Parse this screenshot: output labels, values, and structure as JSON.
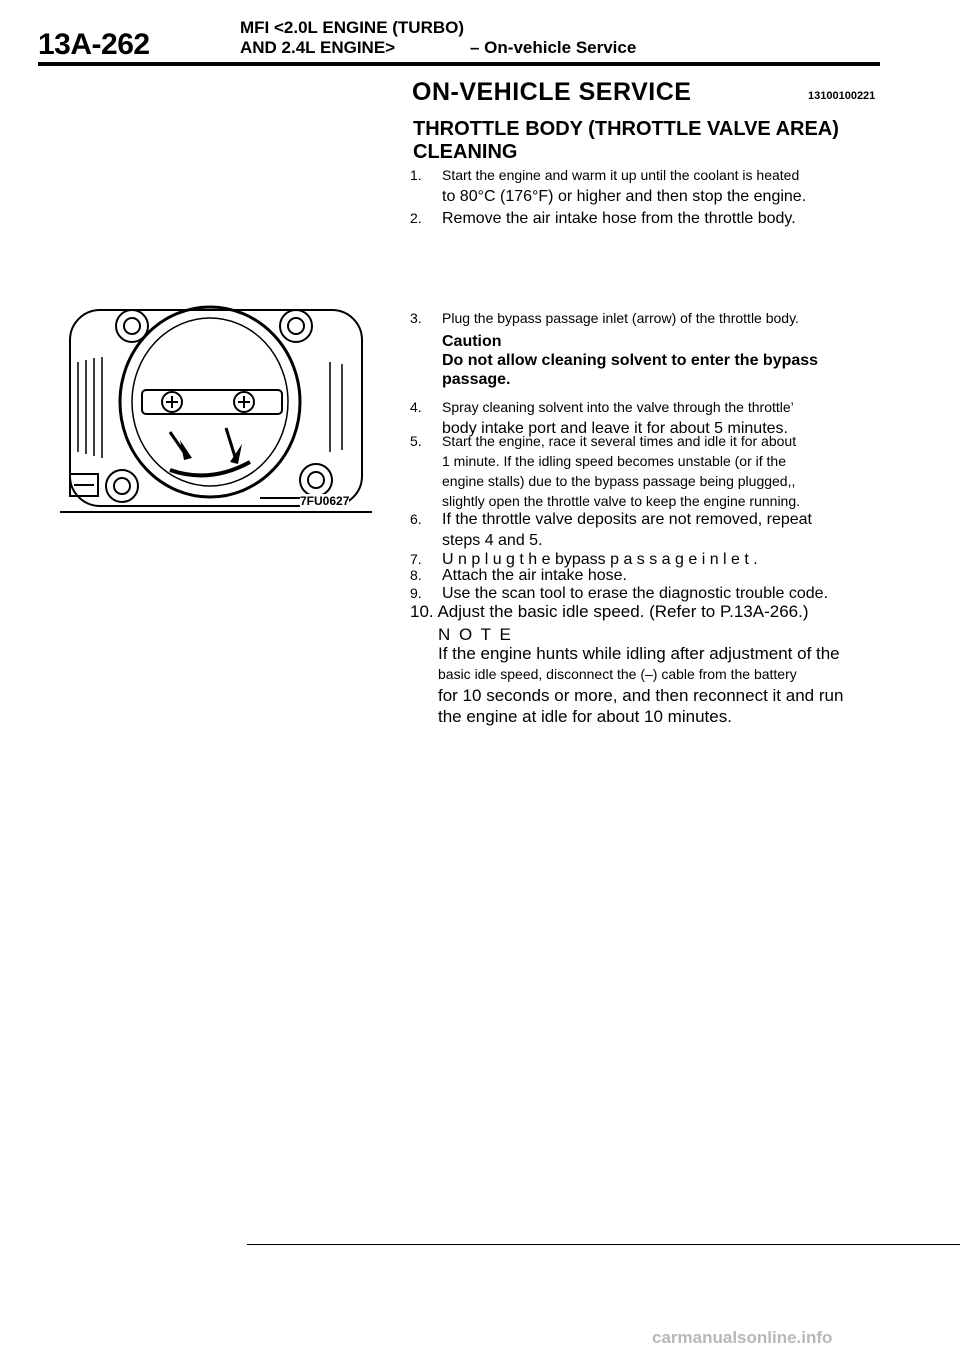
{
  "header": {
    "page_number": "13A-262",
    "line1": "MFI <2.0L ENGINE (TURBO)",
    "line2": "AND 2.4L ENGINE>",
    "section": "– On-vehicle Service"
  },
  "title": "ON-VEHICLE SERVICE",
  "code": "13100100221",
  "subsection": {
    "line1": "THROTTLE BODY (THROTTLE VALVE AREA)",
    "line2": "CLEANING"
  },
  "steps": [
    {
      "num": "1.",
      "line1": "Start the engine and warm it up until the coolant is heated",
      "line2": "to 80°C (176°F) or higher and then stop the engine."
    },
    {
      "num": "2.",
      "line1": "Remove the air intake hose from the throttle body."
    },
    {
      "num": "3.",
      "line1": "Plug the bypass passage inlet (arrow) of the throttle body."
    },
    {
      "num": "4.",
      "line1": "Spray cleaning solvent into the valve through the throttle’",
      "line2": "body intake port and leave it for about 5 minutes."
    },
    {
      "num": "5.",
      "line1": "Start the engine, race it several times and idle it for about",
      "line2": "1 minute. If the idling speed becomes unstable (or if the",
      "line3": "engine stalls) due to the bypass passage being plugged,,",
      "line4": "slightly open the throttle valve to keep the engine running."
    },
    {
      "num": "6.",
      "line1": "If the throttle valve deposits are not removed, repeat",
      "line2": "steps 4 and 5."
    },
    {
      "num": "7.",
      "line1": "U n p l u g  t h e  bypass  p a s s a g e  i n l e t ."
    },
    {
      "num": "8.",
      "line1": "Attach the air intake hose."
    },
    {
      "num": "9.",
      "line1": "Use the scan tool to erase the diagnostic trouble code."
    },
    {
      "num": "10.",
      "line1": "Adjust the basic idle speed. (Refer to P.13A-266.)"
    }
  ],
  "caution": {
    "label": "Caution",
    "text": "Do not allow cleaning solvent to enter the bypass passage."
  },
  "note": {
    "label": "N O T E",
    "line1": "If the engine hunts while idling after adjustment of the",
    "line2": "basic idle speed, disconnect the (–) cable from the battery",
    "line3": "for 10 seconds or more, and then reconnect it and run",
    "line4": "the engine at idle for about 10 minutes."
  },
  "figure_code": "7FU0627",
  "footer": "carmanualsonline.info"
}
